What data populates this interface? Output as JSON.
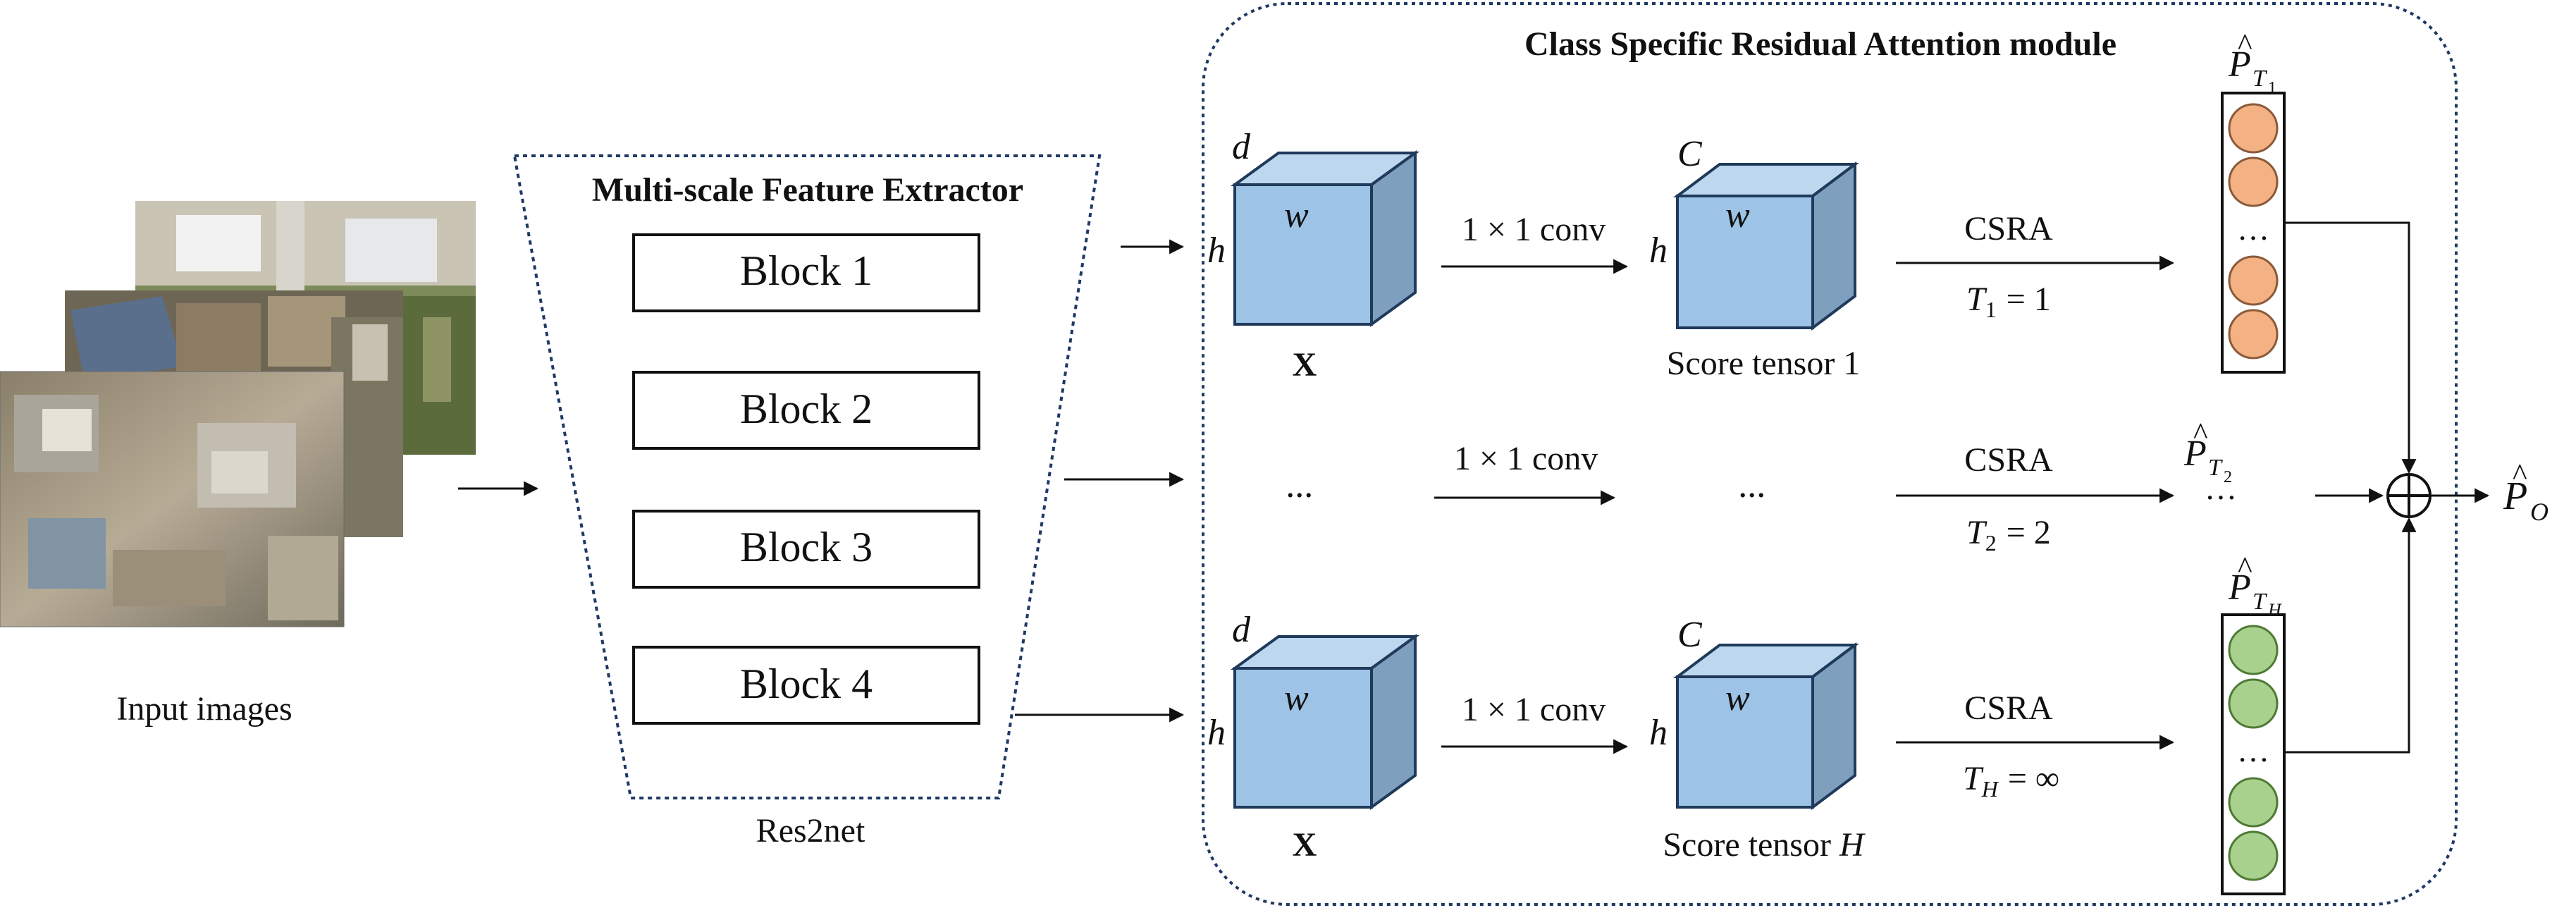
{
  "input": {
    "label": "Input images",
    "photo_icon": "aerial-damage-photo"
  },
  "extractor": {
    "title": "Multi-scale Feature Extractor",
    "caption": "Res2net",
    "blocks": [
      "Block 1",
      "Block 2",
      "Block 3",
      "Block 4"
    ]
  },
  "module": {
    "title": "Class Specific Residual Attention module",
    "feature_label": "X",
    "dim_d": "d",
    "dim_h": "h",
    "dim_w": "w",
    "dim_c": "C",
    "conv_label": "1 × 1 conv",
    "csra_label": "CSRA",
    "ellipsis": "...",
    "vector_ellipsis": "…",
    "rows": [
      {
        "score_label": "Score tensor 1",
        "temp_symbol": "T",
        "temp_sub": "1",
        "temp_value": "= 1",
        "output_sub": "1"
      },
      {
        "score_label": "",
        "temp_symbol": "T",
        "temp_sub": "2",
        "temp_value": "= 2",
        "output_sub": "2"
      },
      {
        "score_label": "Score tensor ",
        "score_italic": "H",
        "temp_symbol": "T",
        "temp_sub": "H",
        "temp_value": "= ∞",
        "output_sub": "H"
      }
    ],
    "prob_symbol": "P",
    "prob_hat": "^",
    "final_sub": "O",
    "sum_icon": "plus-circle-icon"
  },
  "colors": {
    "cube_front": "#9dc3e6",
    "cube_top": "#bdd7ee",
    "cube_side": "#7f9fbf",
    "cube_stroke": "#1f3a5a",
    "orange_circle": "#f4b183",
    "green_circle": "#a9d18e",
    "module_border": "#1f3864",
    "line": "#111111"
  }
}
